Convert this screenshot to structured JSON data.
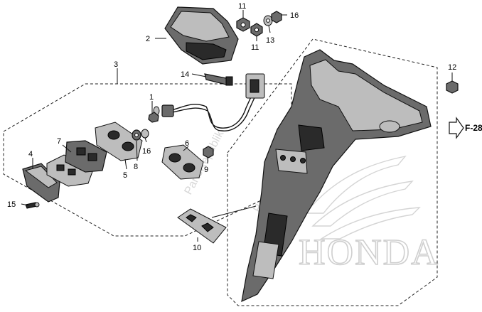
{
  "callouts": {
    "c1": "1",
    "c2": "2",
    "c3": "3",
    "c4": "4",
    "c5": "5",
    "c6": "6",
    "c7": "7",
    "c8": "8",
    "c9": "9",
    "c10": "10",
    "c11a": "11",
    "c11b": "11",
    "c12": "12",
    "c13": "13",
    "c14": "14",
    "c15": "15",
    "c16a": "16",
    "c16b": "16"
  },
  "forward_ref": "F-28",
  "watermark": "PartsRepublik",
  "brand_mark": "HONDA",
  "colors": {
    "line": "#111111",
    "part_fill": "#6b6b6b",
    "watermark": "#d8d8d8"
  }
}
